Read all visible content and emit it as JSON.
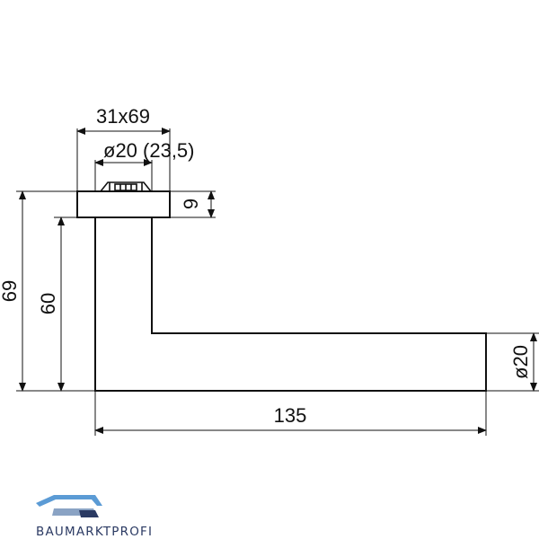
{
  "drawing": {
    "dimensions": {
      "rosette_width": "31x69",
      "rosette_diameter": "ø20 (23,5)",
      "rosette_height": "9",
      "total_height": "69",
      "handle_height": "60",
      "lever_length": "135",
      "lever_thickness": "ø20"
    }
  },
  "brand": {
    "name": "BAUMARKTPROFI",
    "colors": {
      "roof_light": "#5b9bd5",
      "roof_dark": "#2b3a63",
      "text": "#2b3a63"
    }
  },
  "colors": {
    "line": "#111111",
    "background": "#ffffff"
  }
}
